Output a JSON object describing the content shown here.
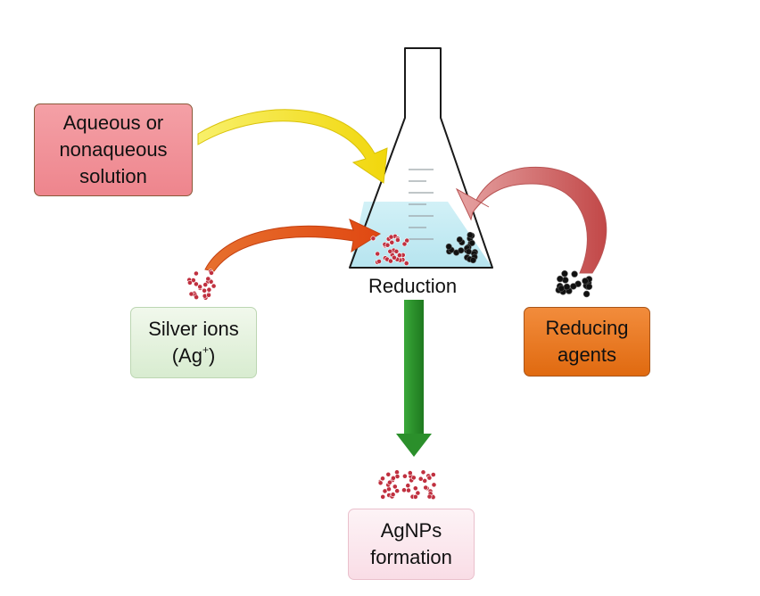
{
  "labels": {
    "solution_line1": "Aqueous or",
    "solution_line2": "nonaqueous",
    "solution_line3": "solution",
    "silver_line1": "Silver ions",
    "silver_line2_open": "(Ag",
    "silver_line2_sup": "+",
    "silver_line2_close": ")",
    "reducing_line1": "Reducing",
    "reducing_line2": "agents",
    "reduction": "Reduction",
    "agnps_line1": "AgNPs",
    "agnps_line2": "formation"
  },
  "colors": {
    "solution_box": "#ee858d",
    "silver_box": "#d8ecd0",
    "reducing_box": "#e06a10",
    "agnps_box": "#f9dde6",
    "liquid": "#c4ecf4",
    "arrow_yellow": "#f4e21a",
    "arrow_orange": "#e3541e",
    "arrow_pink": "#cf6a6a",
    "arrow_green": "#2f9a2c",
    "silver_particle": "#c0303f",
    "reducing_particle": "#111111"
  }
}
